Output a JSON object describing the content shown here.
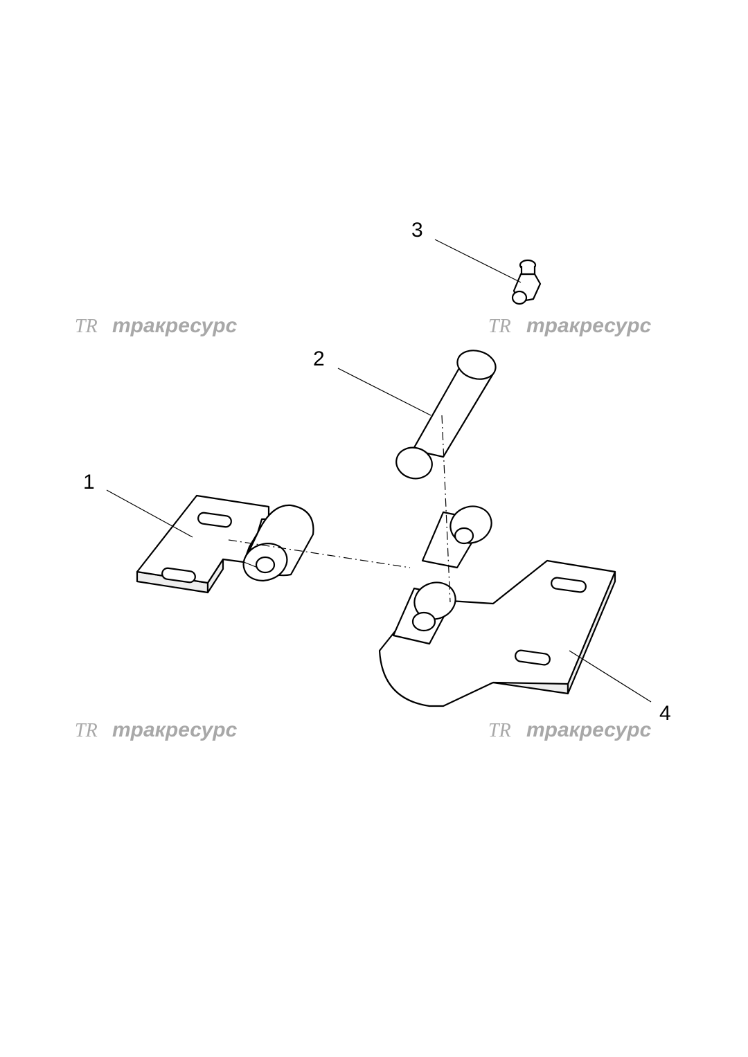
{
  "callouts": [
    {
      "id": "1",
      "label": "1"
    },
    {
      "id": "2",
      "label": "2"
    },
    {
      "id": "3",
      "label": "3"
    },
    {
      "id": "4",
      "label": "4"
    }
  ],
  "watermark": {
    "logo": "TR",
    "text": "тракресурс",
    "color": "#a8a8a8"
  }
}
